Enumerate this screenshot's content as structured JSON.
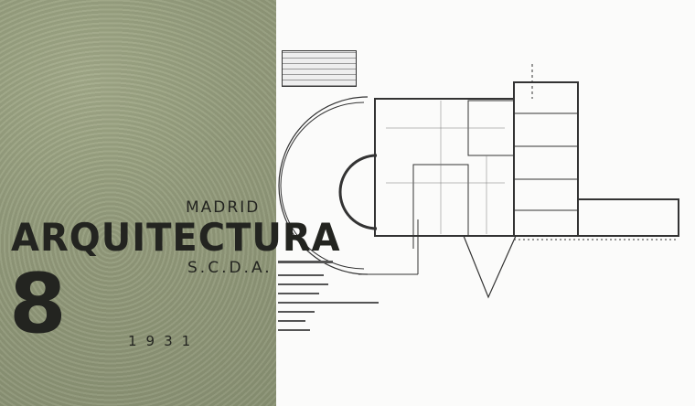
{
  "cover": {
    "city": "MADRID",
    "title": "ARQUITECTURA",
    "publisher": "S.C.D.A.",
    "issue": "8",
    "year": "1931"
  },
  "colors": {
    "cover": "#949c7c",
    "ink": "#232420"
  }
}
